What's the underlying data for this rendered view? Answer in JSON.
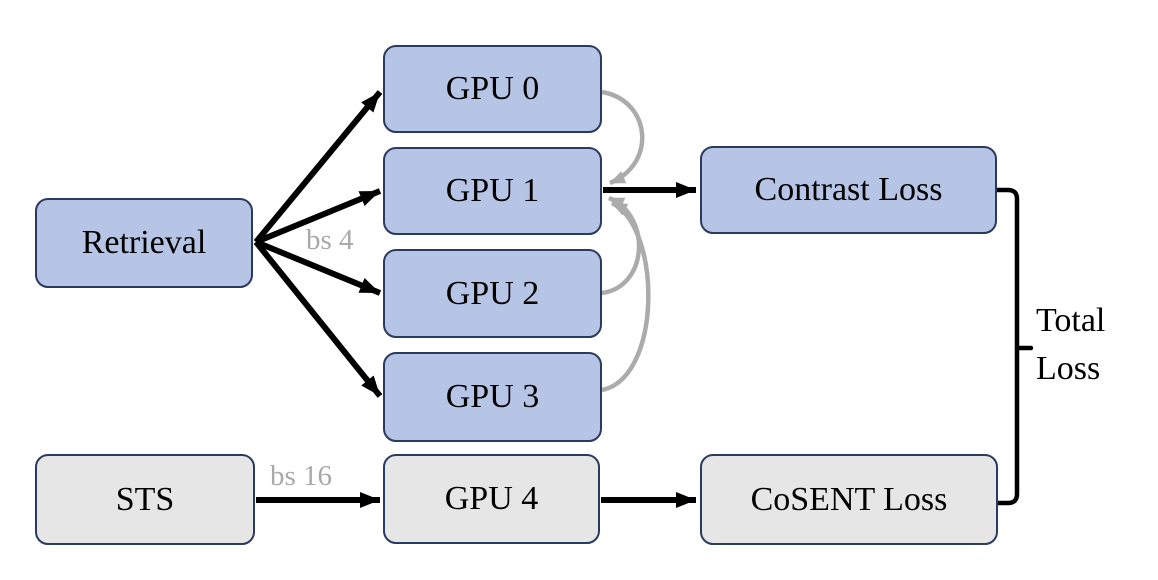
{
  "colors": {
    "blue-fill": "#b6c4e6",
    "gray-fill": "#e7e6e6",
    "node-border": "#2b3a5f",
    "arrow-black": "#000000",
    "arrow-gray": "#ababab",
    "label-gray": "#a9a9a9"
  },
  "nodes": {
    "retrieval": {
      "label": "Retrieval"
    },
    "gpu0": {
      "label": "GPU 0"
    },
    "gpu1": {
      "label": "GPU 1"
    },
    "gpu2": {
      "label": "GPU 2"
    },
    "gpu3": {
      "label": "GPU 3"
    },
    "gpu4": {
      "label": "GPU 4"
    },
    "sts": {
      "label": "STS"
    },
    "contrast_loss": {
      "label": "Contrast Loss"
    },
    "cosent_loss": {
      "label": "CoSENT Loss"
    }
  },
  "edge_labels": {
    "retrieval_batch": "bs 4",
    "sts_batch": "bs 16"
  },
  "annotations": {
    "total_loss_line1": "Total",
    "total_loss_line2": "Loss"
  }
}
